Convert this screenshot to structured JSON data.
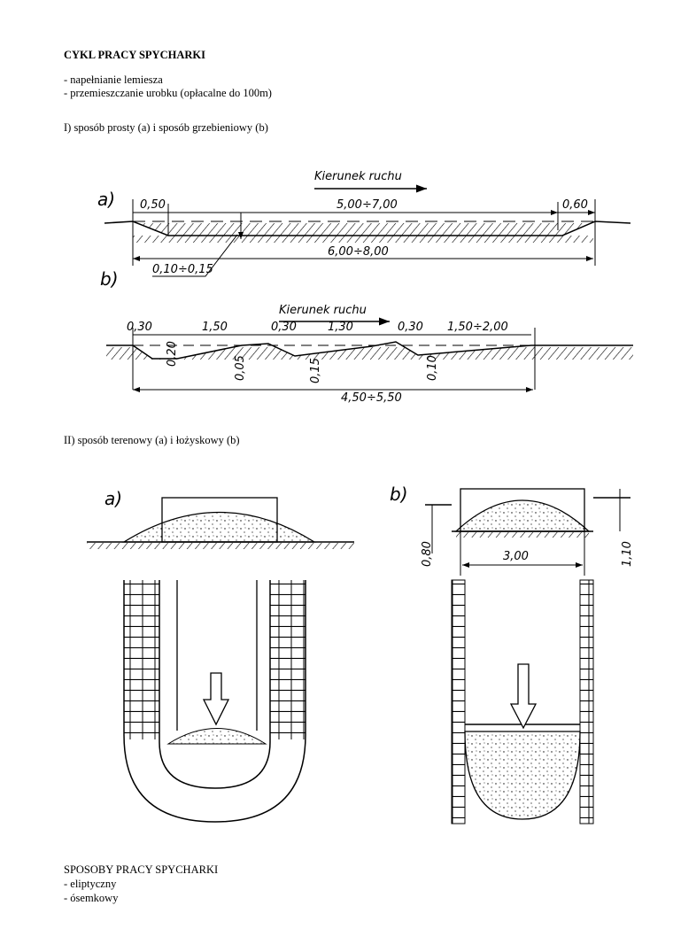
{
  "title": "CYKL PRACY SPYCHARKI",
  "cycle_items": [
    "- napełnianie lemiesza",
    "- przemieszczanie urobku (opłacalne do 100m)"
  ],
  "section1": "I) sposób prosty (a)  i sposób grzebieniowy (b)",
  "fig1": {
    "direction": "Kierunek ruchu",
    "a_label": "a)",
    "b_label": "b)",
    "a_dims": [
      "0,50",
      "5,00÷7,00",
      "0,60",
      "6,00÷8,00",
      "0,10÷0,15"
    ],
    "b_dims": [
      "0,30",
      "1,50",
      "0,30",
      "1,30",
      "0,30",
      "1,50÷2,00",
      "0,20",
      "0,05",
      "0,15",
      "0,10",
      "4,50÷5,50"
    ]
  },
  "section2": "II) sposób terenowy (a) i łożyskowy (b)",
  "fig2": {
    "a_label": "a)",
    "b_label": "b)",
    "b_dims": [
      "0,80",
      "1,10",
      "3,00"
    ]
  },
  "methods_title": "SPOSOBY PRACY SPYCHARKI",
  "methods": [
    "- eliptyczny",
    "- ósemkowy"
  ]
}
